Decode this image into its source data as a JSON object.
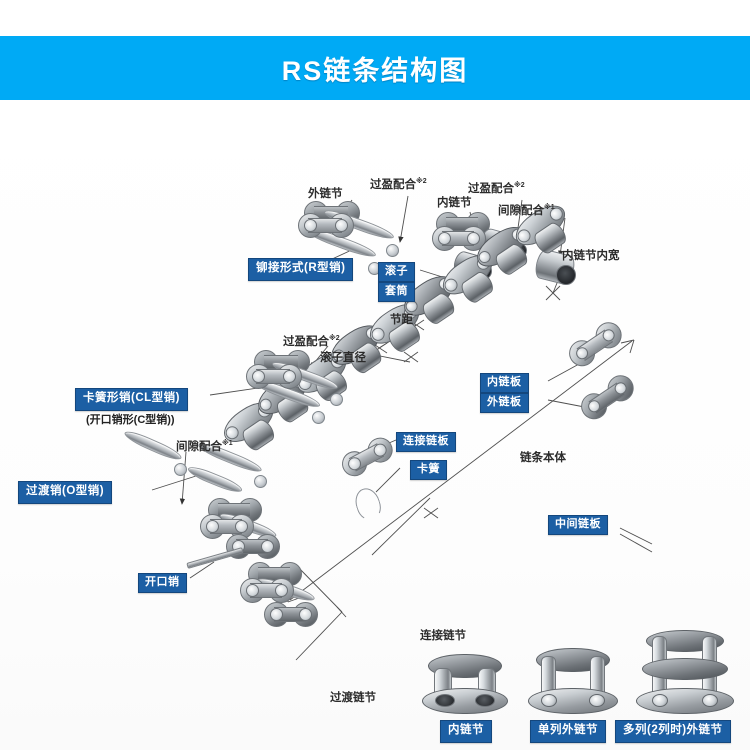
{
  "header": {
    "title": "RS链条结构图",
    "background_color": "#00AAF5",
    "text_color": "#FFFFFF"
  },
  "theme": {
    "tag_background": "#1C5FA4",
    "tag_text": "#FFFFFF",
    "plain_label_text": "#2B2B2B",
    "page_background": "#FFFFFF",
    "leader_line": "#5A5A5A"
  },
  "labels": {
    "outer_link_top": "外链节",
    "inner_link_top": "内链节",
    "interference_fit_1": "过盈配合",
    "interference_fit_1_note": "※2",
    "interference_fit_2": "过盈配合",
    "interference_fit_2_note": "※2",
    "clearance_fit_1": "间隙配合",
    "clearance_fit_1_note": "※1",
    "inner_link_inner_width": "内链节内宽",
    "interference_fit_3": "过盈配合",
    "interference_fit_3_note": "※2",
    "roller_diameter": "滚子直径",
    "pitch": "节距",
    "clearance_fit_2": "间隙配合",
    "clearance_fit_2_note": "※1",
    "chain_body": "链条本体",
    "connecting_link": "连接链节",
    "transition_link": "过渡链节"
  },
  "tags": {
    "riveted_type": "铆接形式(R型销)",
    "roller": "滚子",
    "bushing": "套筒",
    "spring_clip_pin": "卡簧形销(CL型销)",
    "spring_clip_pin_sub": "(开口销形(C型销))",
    "transition_pin": "过渡销(O型销)",
    "cotter_pin": "开口销",
    "inner_plate": "内链板",
    "outer_plate": "外链板",
    "connecting_plate": "连接链板",
    "spring_clip": "卡簧",
    "middle_plate": "中间链板"
  },
  "specimens": [
    {
      "caption": "内链节"
    },
    {
      "caption": "单列外链节"
    },
    {
      "caption": "多列(2列时)外链节"
    }
  ]
}
